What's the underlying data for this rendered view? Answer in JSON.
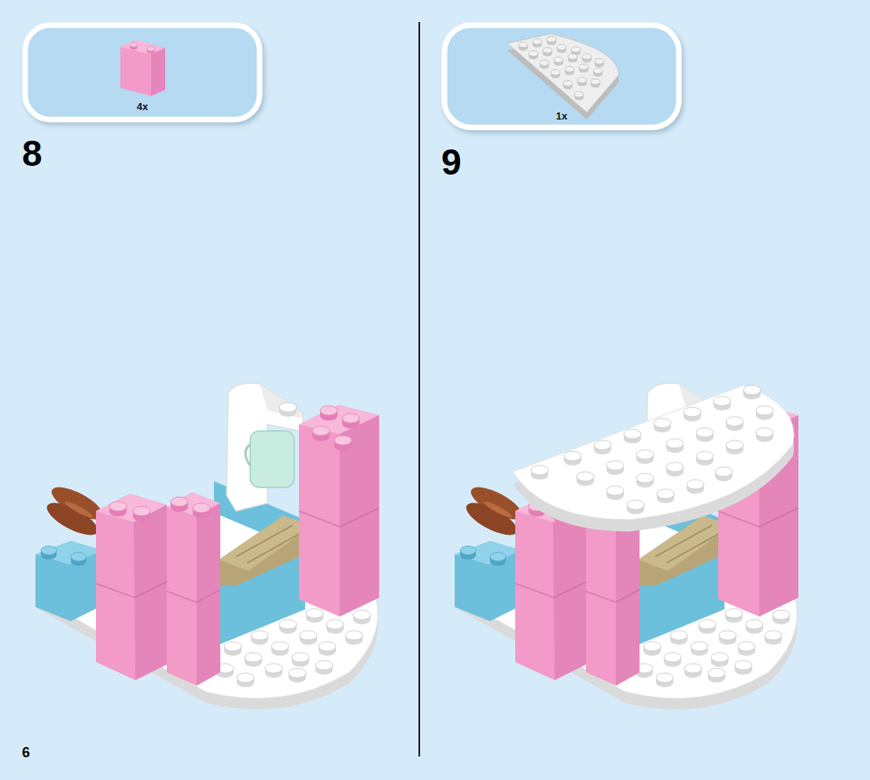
{
  "diagram": {
    "nodes": [
      {
        "text": [
          "4x"
        ]
      },
      {
        "text": [
          "1x"
        ]
      }
    ],
    "labels": [
      "8",
      "9",
      "6"
    ]
  }
}
